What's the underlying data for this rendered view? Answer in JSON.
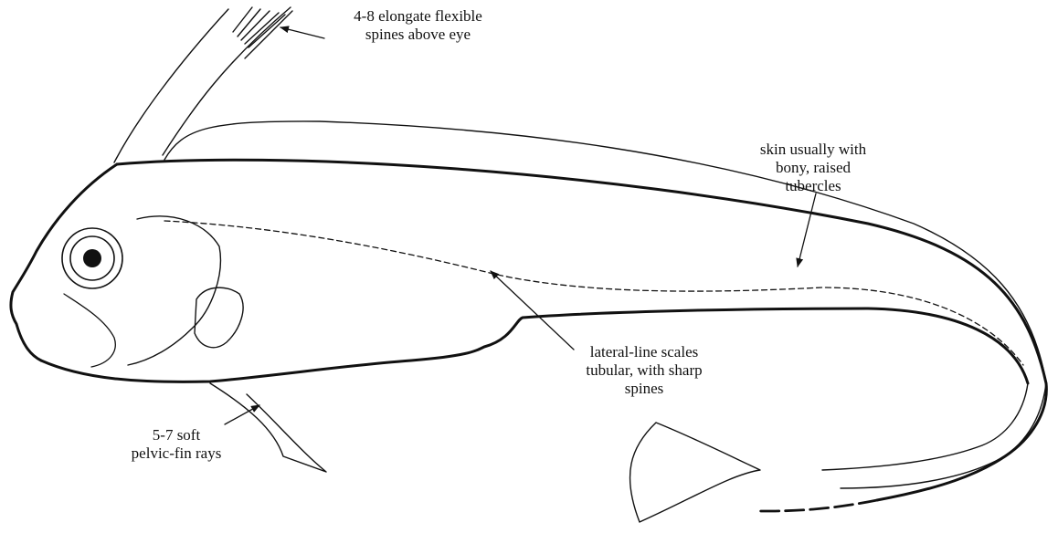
{
  "annotations": {
    "spines_above_eye": [
      "4-8 elongate flexible",
      "spines above eye"
    ],
    "skin_tubercles": [
      "skin usually with",
      "bony, raised",
      "tubercles"
    ],
    "lateral_line": [
      "lateral-line scales",
      "tubular, with sharp",
      "spines"
    ],
    "pelvic_rays": [
      "5-7 soft",
      "pelvic-fin rays"
    ]
  },
  "colors": {
    "ink": "#111111",
    "background": "#ffffff"
  }
}
